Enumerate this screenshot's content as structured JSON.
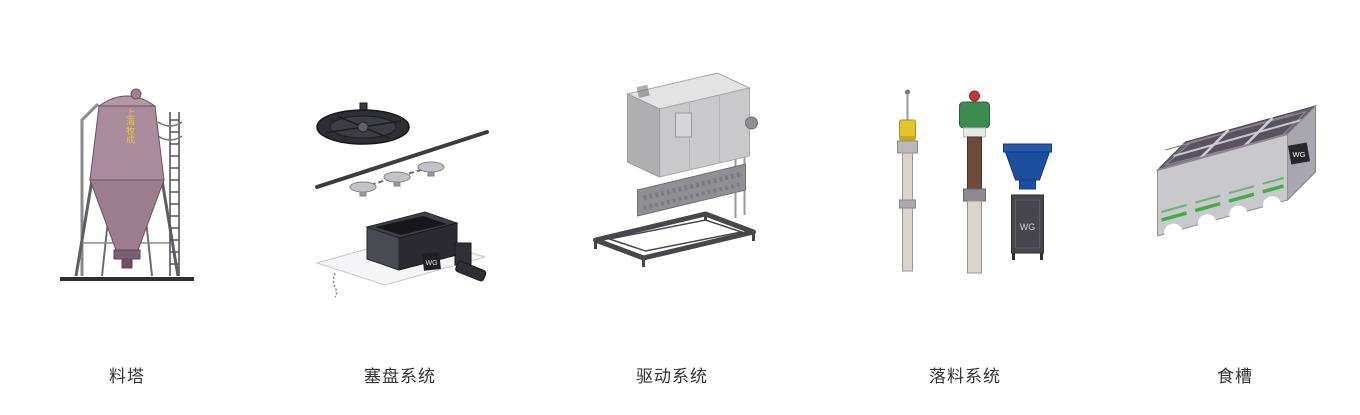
{
  "logo_text": "WG",
  "colors": {
    "silo_body": "#a98b9b",
    "silo_cone": "#9b7d8d",
    "silo_cap": "#b497a4",
    "hopper_blue": "#1d4e9e",
    "motor_green": "#3c8c4f",
    "sensor_yellow": "#e4c42e",
    "strip_green": "#3fae47",
    "label_text": "#333333"
  },
  "products": [
    {
      "label": "料塔",
      "vertical_text": "上海牧成"
    },
    {
      "label": "塞盘系统"
    },
    {
      "label": "驱动系统"
    },
    {
      "label": "落料系统"
    },
    {
      "label": "食槽"
    }
  ]
}
